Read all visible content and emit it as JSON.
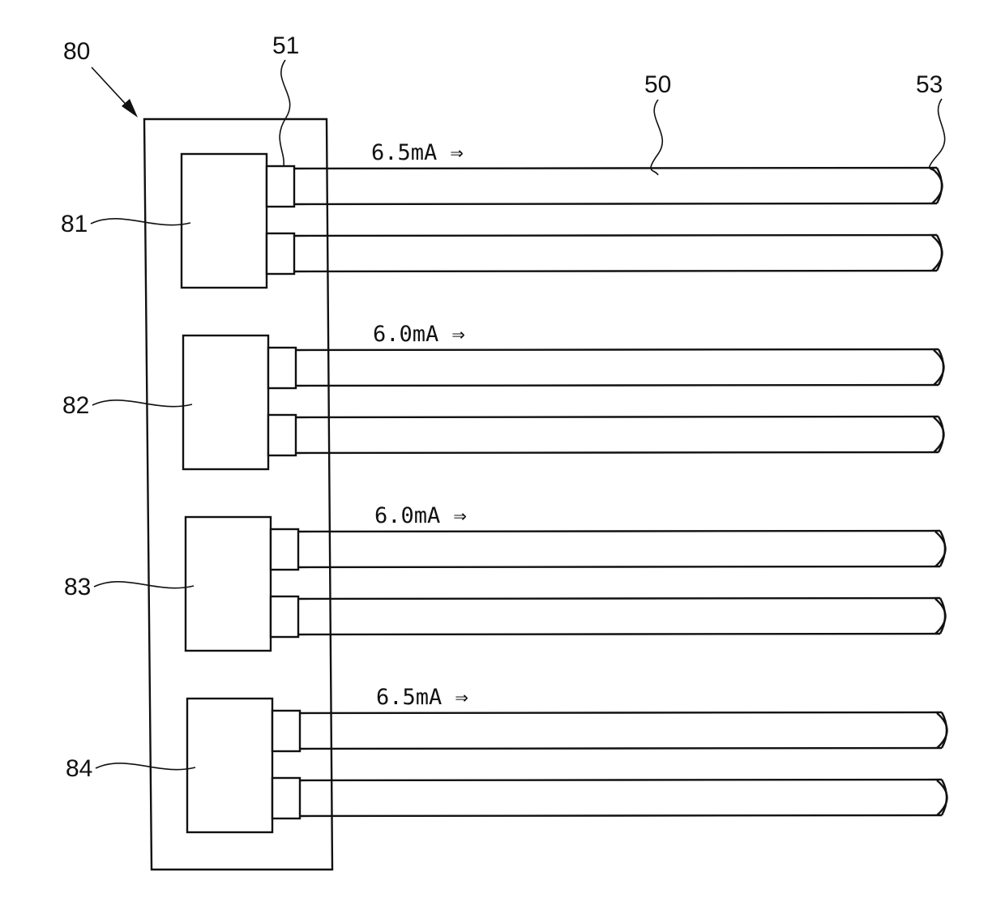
{
  "labels": {
    "assembly": "80",
    "electrode": "51",
    "lamp": "50",
    "lamp_end": "53",
    "inverters": [
      "81",
      "82",
      "83",
      "84"
    ]
  },
  "currents": [
    "6.5mA ⇒",
    "6.0mA ⇒",
    "6.0mA ⇒",
    "6.5mA ⇒"
  ]
}
